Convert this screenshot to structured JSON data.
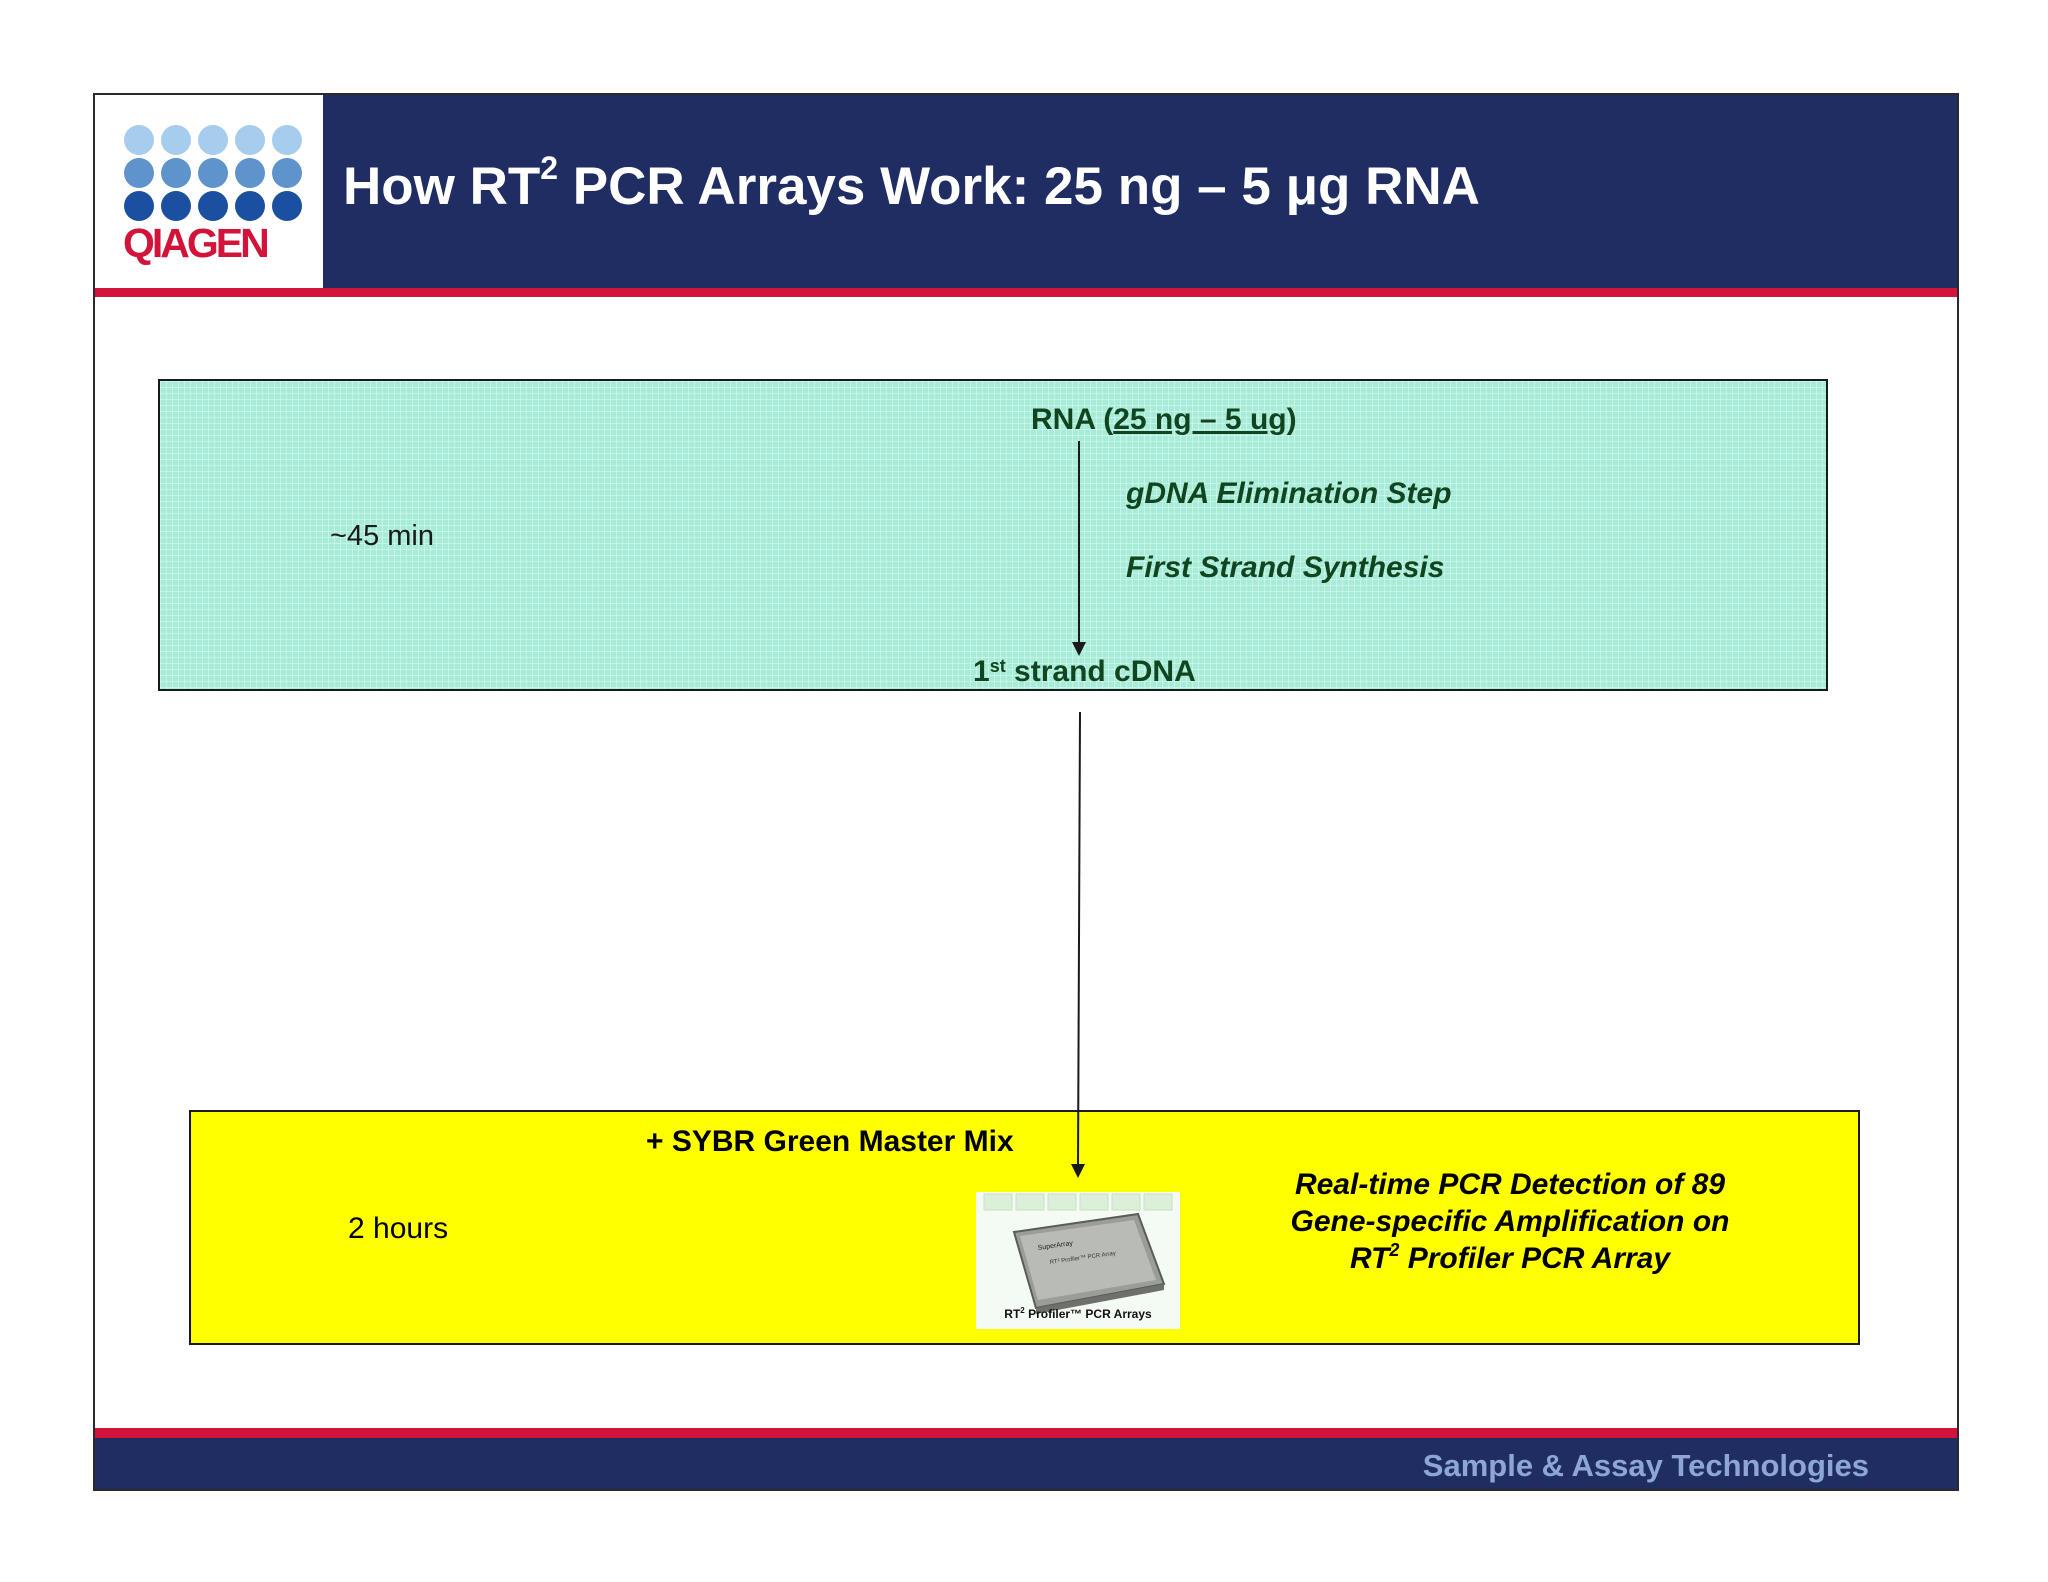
{
  "header": {
    "logo_text": "QIAGEN",
    "title_pre": "How RT",
    "title_sup": "2",
    "title_post": " PCR Arrays Work: 25 ng – 5 μg RNA"
  },
  "footer": {
    "text": "Sample & Assay Technologies"
  },
  "step1": {
    "rna_prefix": "RNA (",
    "rna_amount": "25 ng – 5 ug",
    "rna_suffix": ")",
    "gdna_step": "gDNA Elimination Step",
    "first_strand": "First Strand Synthesis",
    "time": "~45 min",
    "product_pre": "1",
    "product_sup": "st",
    "product_post": " strand cDNA"
  },
  "step2": {
    "reagent": "+ SYBR Green Master Mix",
    "time": "2 hours",
    "detection_line1": "Real-time PCR Detection of 89",
    "detection_line2": "Gene-specific Amplification on",
    "detection_line3_pre": "RT",
    "detection_line3_sup": "2",
    "detection_line3_post": " Profiler PCR Array",
    "image_caption_pre": "RT",
    "image_caption_sup": "2",
    "image_caption_post": " Profiler™ PCR Arrays",
    "image_brand": "SuperArray",
    "image_product": "RT² Profiler™ PCR Array"
  },
  "colors": {
    "navy": "#1f2d62",
    "red": "#d2143a",
    "mint": "#a6ecd8",
    "yellow": "#ffff00",
    "dark_green_text": "#10451f"
  }
}
